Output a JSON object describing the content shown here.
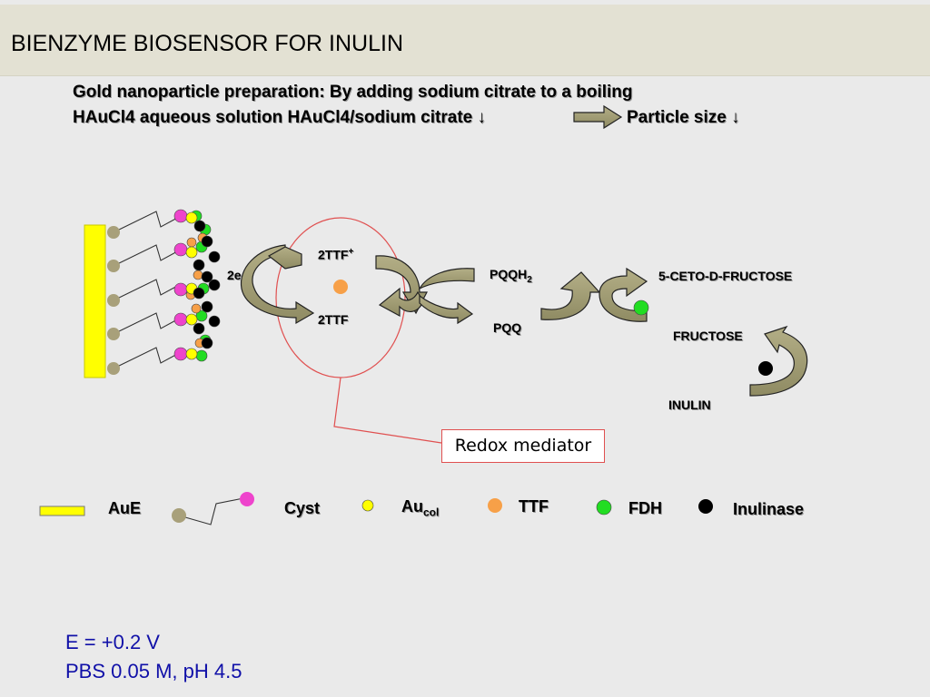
{
  "slide": {
    "title": "BIENZYME BIOSENSOR FOR INULIN"
  },
  "intro": {
    "line1_prefix": "Gold nanoparticle preparation: ",
    "line1_rest": "By adding sodium citrate to a boiling",
    "line2_left": "HAuCl4 aqueous solution HAuCl4/sodium citrate ↓",
    "line2_right": "Particle size ↓"
  },
  "diagram": {
    "electrons": "2e",
    "ttf_oxidized": "2TTF",
    "ttf_oxidized_sup": "+",
    "ttf_reduced": "2TTF",
    "pqqh2": "PQQH",
    "pqqh2_sub": "2",
    "pqq": "PQQ",
    "keto_fructose": "5-CETO-D-FRUCTOSE",
    "fructose": "FRUCTOSE",
    "inulin": "INULIN",
    "callout": "Redox mediator"
  },
  "legend": {
    "aue": "AuE",
    "cyst": "Cyst",
    "aucol": "Au",
    "aucol_sub": "col",
    "ttf": "TTF",
    "fdh": "FDH",
    "inulinase": "Inulinase"
  },
  "conditions": {
    "potential": "E = +0.2 V",
    "buffer": "PBS 0.05 M, pH 4.5"
  },
  "colors": {
    "electrode": "#ffff00",
    "cyst_head": "#ee44cc",
    "cyst_anchor": "#a8a07a",
    "au_col": "#ffff00",
    "ttf": "#f7a048",
    "fdh": "#22dd22",
    "inulinase": "#000000",
    "arrow": "#9e9a72",
    "callout": "#e05050",
    "conditions_text": "#1010a8"
  }
}
